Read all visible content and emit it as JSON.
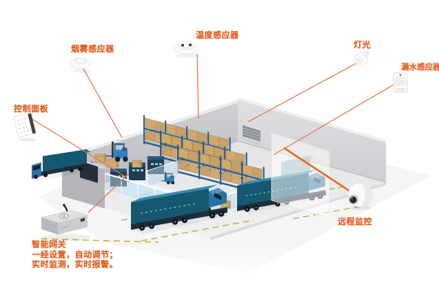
{
  "diagram": {
    "background": "#ffffff",
    "accent_color": "#e2581c",
    "connector_color": "#e8744a",
    "connector_bold_color": "#f26a1c"
  },
  "labels": {
    "smoke_sensor": "烟雾感应器",
    "temperature_sensor": "温度感应器",
    "light": "灯光",
    "water_leak_sensor": "漏水感应器",
    "control_panel": "控制面板",
    "remote_monitoring": "远程监控",
    "smart_gateway": "智能网关"
  },
  "gateway_note": {
    "line1": "一经设置，自动调节；",
    "line2": "实时监测，实时报警。"
  },
  "icons": {
    "smoke": "smoke-detector-icon",
    "temperature": "ceiling-temperature-sensor-icon",
    "light": "light-bulb-icon",
    "water_leak": "water-leak-sensor-icon",
    "control_panel": "wall-control-panel-icon",
    "gateway": "wifi-gateway-router-icon",
    "camera": "dome-camera-icon"
  }
}
